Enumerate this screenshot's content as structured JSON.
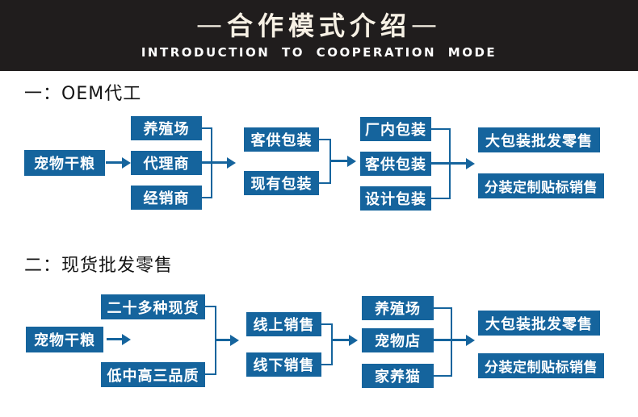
{
  "header": {
    "dash_left": "—",
    "title": "合作模式介绍",
    "dash_right": "—",
    "subtitle": "INTRODUCTION TO COOPERATION MODE"
  },
  "colors": {
    "header_bg": "#201d1d",
    "header_text": "#f6f0e4",
    "box_blue": "#15649d",
    "box_text": "#ffffff",
    "page_bg": "#ffffff",
    "title_text": "#141414"
  },
  "sections": [
    {
      "title": "一：OEM代工",
      "source": "宠物干粮",
      "channels": [
        "养殖场",
        "代理商",
        "经销商"
      ],
      "packaging_options": [
        "客供包装",
        "现有包装"
      ],
      "packaging_process": [
        "厂内包装",
        "客供包装",
        "设计包装"
      ],
      "sales_modes": [
        "大包装批发零售",
        "分装定制贴标销售"
      ]
    },
    {
      "title": "二：现货批发零售",
      "source": "宠物干粮",
      "stock": [
        "二十多种现货",
        "低中高三品质"
      ],
      "sales_channels": [
        "线上销售",
        "线下销售"
      ],
      "customers": [
        "养殖场",
        "宠物店",
        "家养猫"
      ],
      "sales_modes": [
        "大包装批发零售",
        "分装定制贴标销售"
      ]
    }
  ]
}
